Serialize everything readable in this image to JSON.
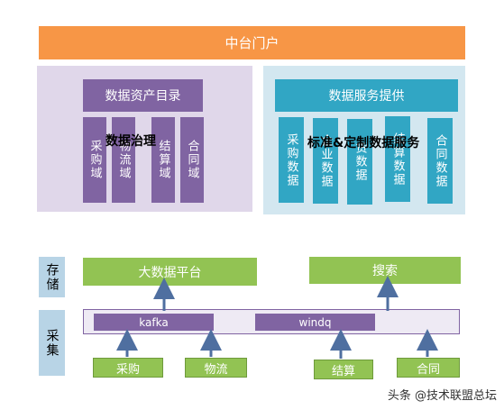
{
  "top_bar": {
    "label": "中台门户"
  },
  "governance": {
    "header": "数据资产目录",
    "columns": [
      "采购域",
      "物流域",
      "结算域",
      "合同域"
    ],
    "overlay": "数据治理"
  },
  "service": {
    "header": "数据服务提供",
    "columns": [
      "采购数据",
      "企业数据",
      "货数据",
      "结算数据",
      "合同数据"
    ],
    "overlay": "标准&定制数据服务"
  },
  "storage": {
    "label": "存储",
    "big_data": "大数据平台",
    "search": "搜索"
  },
  "collection": {
    "label": "采集",
    "queues": [
      "kafka",
      "windq"
    ],
    "sources": [
      "采购",
      "物流",
      "结算",
      "合同"
    ]
  },
  "watermark": "头条 @技术联盟总坛",
  "colors": {
    "orange": "#F79646",
    "purple": "#8064A2",
    "teal": "#31A6C4",
    "green": "#92C353",
    "arrow": "#4F6FA0"
  }
}
